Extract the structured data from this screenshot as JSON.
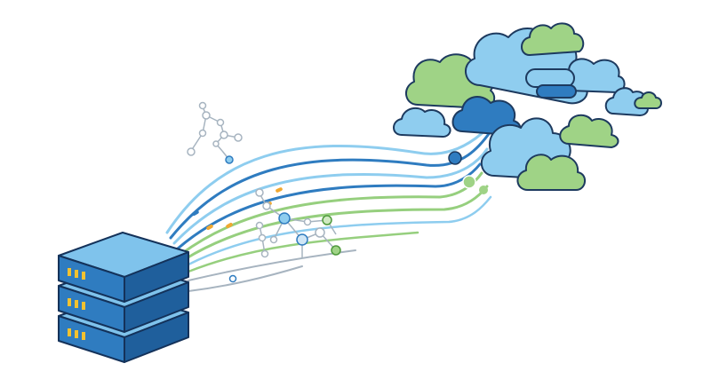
{
  "illustration": {
    "subject": "server-to-cloud-migration",
    "server": {
      "units": 3,
      "indicator_lights_per_unit": 3
    },
    "clouds": {
      "count": 11
    },
    "data_streams": {
      "count": 10
    },
    "network_graphs": {
      "count": 2
    }
  },
  "colors": {
    "background": "#ffffff",
    "server_front": "#2f7cc0",
    "server_side": "#1f5f9c",
    "server_top": "#7fc3ec",
    "server_outline": "#14325a",
    "indicator_light": "#f2c230",
    "stream_blue_dark": "#2f7cc0",
    "stream_blue_light": "#8ecdef",
    "stream_green": "#96cf7e",
    "stream_gray": "#a7b4c0",
    "cloud_blue": "#8fcdef",
    "cloud_green": "#9fd386",
    "outline": "#1d3a5f",
    "node_accent": "#f0a830"
  },
  "icons": [
    "server-rack-icon",
    "cloud-icon",
    "network-graph-icon"
  ]
}
